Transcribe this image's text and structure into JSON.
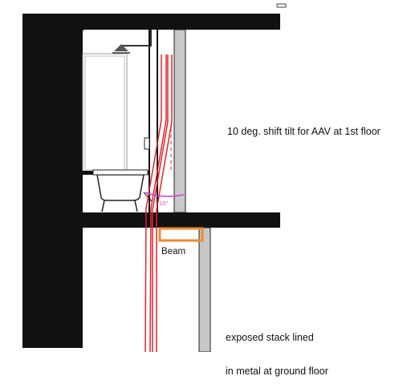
{
  "annotations": {
    "aav_note": "10 deg. shift tilt for AAV at 1st floor",
    "beam_label": "Beam",
    "angle_label": "10°",
    "stack_note_line1": "exposed stack lined",
    "stack_note_line2": "in metal at ground floor"
  },
  "colors": {
    "structure": "#111111",
    "pipe": "#e0262a",
    "beam_outline": "#f08a2c",
    "angle_marker": "#d23fd6",
    "lining_wall": "#c8c8c8"
  }
}
